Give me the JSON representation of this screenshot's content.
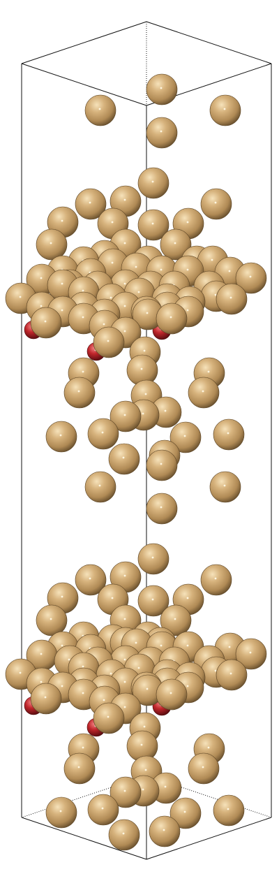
{
  "scene": {
    "type": "atomic-structure-render",
    "projection": "perspective",
    "background_color": "#ffffff",
    "cell_edge_color": "#111111",
    "species": [
      {
        "name": "gold-atom",
        "color": "#c9a46a",
        "highlight": "#f3dcb0",
        "shadow": "#6b5230"
      },
      {
        "name": "oxygen-atom",
        "color": "#c0262b",
        "highlight": "#f07a7a",
        "shadow": "#5a0d10"
      }
    ],
    "slab_count": 2,
    "vacuum_layers_between_slabs": true
  }
}
